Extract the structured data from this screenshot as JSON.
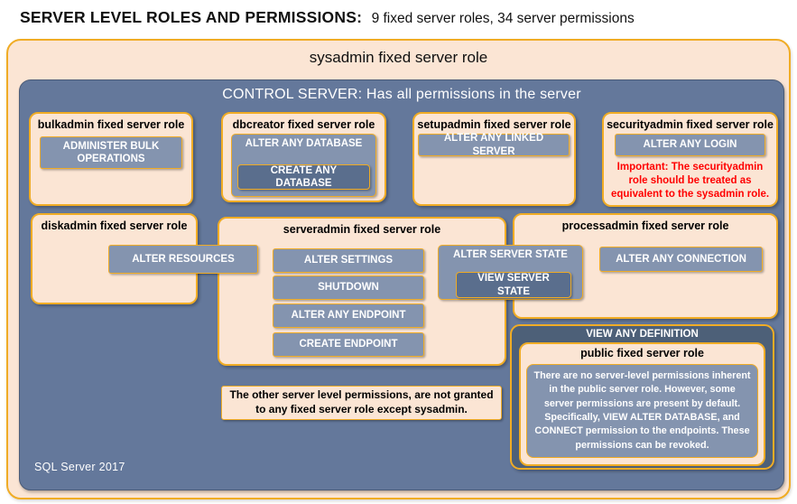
{
  "header": {
    "title_bold": "SERVER LEVEL ROLES AND PERMISSIONS:",
    "title_subtitle": "9 fixed server roles, 34 server permissions"
  },
  "sysadmin_title": "sysadmin fixed server role",
  "control_server_title": "CONTROL SERVER: Has all permissions in the server",
  "footer": "SQL Server 2017",
  "roles": {
    "bulkadmin": {
      "title": "bulkadmin fixed server role",
      "permission": "ADMINISTER BULK OPERATIONS"
    },
    "dbcreator": {
      "title": "dbcreator fixed server role",
      "outer_permission": "ALTER ANY DATABASE",
      "nested_permission": "CREATE ANY DATABASE"
    },
    "setupadmin": {
      "title": "setupadmin fixed server role",
      "permission": "ALTER ANY LINKED SERVER"
    },
    "securityadmin": {
      "title": "securityadmin fixed server role",
      "permission": "ALTER ANY LOGIN",
      "note": "Important: The securityadmin role should be treated as equivalent to the sysadmin role."
    },
    "diskadmin": {
      "title": "diskadmin fixed server role",
      "permission": "ALTER RESOURCES"
    },
    "serveradmin": {
      "title": "serveradmin fixed server role",
      "permissions": [
        "ALTER SETTINGS",
        "SHUTDOWN",
        "ALTER ANY ENDPOINT",
        "CREATE ENDPOINT"
      ]
    },
    "processadmin": {
      "title": "processadmin fixed server role",
      "permission": "ALTER ANY CONNECTION"
    },
    "public": {
      "container_permission": "VIEW ANY DEFINITION",
      "title": "public fixed server role",
      "description": "There are no server-level permissions inherent in the public server role. However, some server permissions are present by default. Specifically, VIEW ALTER DATABASE, and CONNECT permission to the endpoints. These permissions can be revoked."
    }
  },
  "shared_permission": {
    "outer": "ALTER SERVER STATE",
    "nested": "VIEW SERVER STATE"
  },
  "note": "The other server level permissions, are not granted to any fixed server role except sysadmin.",
  "colors": {
    "peach": "#FBE5D4",
    "gold_border": "#F0AC25",
    "control_blue": "#64789B",
    "permission_blue": "#8494AF",
    "nested_permission_blue": "#5A6E8D",
    "definition_blue": "#4D6078",
    "warning_red": "#FF0000"
  }
}
